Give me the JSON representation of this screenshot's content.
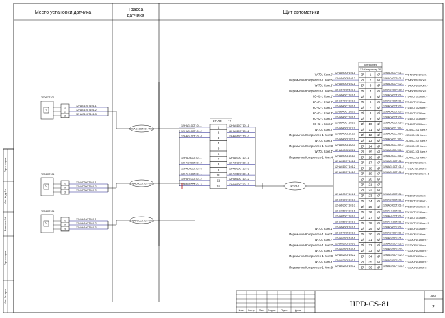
{
  "header": {
    "col1": "Место установки датчика",
    "col2": "Трасса датчика",
    "col3": "Щит автоматики"
  },
  "side_labels": [
    "Подп. и дата",
    "Инв. № дубл.",
    "Взам.инв. №",
    "Подп. и дата",
    "Инв. № подл."
  ],
  "sensors": [
    {
      "tag": "TE06CT101",
      "wires": [
        "12HAG10CT101-1",
        "12HAG10CT101-2",
        "12HAG10CT101-3"
      ],
      "terms": [
        "1",
        "2",
        "3"
      ]
    },
    {
      "tag": "TE06CT101",
      "wires": [
        "12HAD30CT101-1",
        "12HAD30CT101-2",
        "12HAD30CT101-3"
      ],
      "terms": [
        "1",
        "2",
        "3"
      ]
    },
    {
      "tag": "TE06CT101",
      "wires": [
        "12HAH10CT101-1",
        "12HAH10CT101-2",
        "12HAH10CT101-3"
      ],
      "terms": [
        "1",
        "2",
        "3"
      ]
    }
  ],
  "cables": [
    "12HAG10CT101-W-01",
    "12HAD30CT101-W-01",
    "12HAH10CT101-W-01"
  ],
  "kc03": {
    "title": "КС-03",
    "count": "12",
    "rows": [
      "1",
      "2",
      "3",
      "4",
      "5",
      "6",
      "7",
      "8",
      "9",
      "10",
      "11",
      "12"
    ],
    "left_wires": [
      "12HAG10CT101-1",
      "12HAG10CT101-2",
      "12HAG10CT101-3",
      "",
      "",
      "",
      "12HAD30CT101-1",
      "12HAD30CT101-2",
      "12HAD30CT101-3",
      "12HAH10CT101-1",
      "12HAH10CT101-2",
      "12HAH10CT101-3"
    ],
    "right_wires": [
      "12HAG10CT101-1",
      "12HAG10CT101-2",
      "12HAG10CT101-3",
      "",
      "",
      "",
      "12HAD30CT101-1",
      "12HAD30CT101-2",
      "12HAD30CT101-3",
      "12HAH10CT101-1",
      "12HAH10CT101-2",
      "12HAH10CT101-3"
    ]
  },
  "trunk_cable": "КС-03-1",
  "controller": {
    "title": "Контроллер",
    "subtitle": "Х1/Контроллер",
    "count": "36",
    "rows": [
      "1",
      "2",
      "3",
      "4",
      "5",
      "6",
      "7",
      "8",
      "9",
      "10",
      "11",
      "12",
      "13",
      "14",
      "15",
      "16",
      "17",
      "18",
      "19",
      "20",
      "21",
      "22",
      "23",
      "24",
      "25",
      "26",
      "27",
      "28",
      "29",
      "30",
      "31",
      "32",
      "33",
      "34",
      "35",
      "36"
    ],
    "row_labels": [
      "W-701 Конт.5'",
      "Перемычка-Контроллер-1 Конт.5",
      "W-701 Конт.6'",
      "Перемычка-Контроллер-1 Конт.6",
      "КС-02-1 Конт.1'",
      "КС-02-1 Конт.2'",
      "КС-02-1 Конт.4'",
      "КС-02-1 Конт.3'",
      "КС-02-1 Конт.6'",
      "КС-02-1 Конт.5'",
      "W-701 Конт.2'",
      "Перемычка-Контроллер-1 Конт.2",
      "W-701 Конт.3'",
      "Перемычка-Контроллер-1 Конт.3",
      "W-701 Конт.4'",
      "Перемычка-Контроллер-1 Конт.4",
      "",
      "",
      "",
      "",
      "",
      "",
      "",
      "",
      "",
      "",
      "",
      "",
      "W-701 Конт.1'",
      "Перемычка-Контроллер-1 Конт.1",
      "W-701 Конт.7'",
      "Перемычка-Контроллер-1 Конт.7",
      "W-701 Конт.8'",
      "Перемычка-Контроллер-1 Конт.8",
      "W-701 Конт.9'",
      "Перемычка-Контроллер-1 Конт.9"
    ],
    "left_wires": [
      "12HAD40CP101-1",
      "12HAD40CP101-2",
      "12HAD40CP102-1",
      "12HAD40CP102-2",
      "12HAD40CT101-1",
      "12HAD40CT101-2",
      "12HAD40CT102-1",
      "12HAD40CT102-2",
      "12HAD40CT103-1",
      "12HAD40CT103-2",
      "12HAD40CL101-1",
      "12HAD40CL101-2",
      "12HAD40CL102-1",
      "12HAD40CL102-2",
      "12HAD40CL103-1",
      "12HAD40CL103-2",
      "12HAG10CT101-1",
      "12HAG10CT101-2",
      "12HAG10CT101-3",
      "",
      "",
      "",
      "12HAD30CT101-1",
      "12HAD30CT101-2",
      "12HAD30CT101-3",
      "12HAH10CT101-1",
      "12HAH10CT101-2",
      "12HAH10CT101-3",
      "12HAD40CF101-1",
      "12HAD40CF101-2",
      "12HAG20CF101-1",
      "12HAG20CF101-2",
      "12HAG20CF102-1",
      "12HAG20CF102-2",
      "12HAG20CF103-1",
      "12HAG20CF103-2"
    ],
    "right_wires": [
      "12HAD40CP101-1",
      "12HAD40CP101-2",
      "12HAD40CP102-1",
      "12HAD40CP102-2",
      "12HAD40CT101-1",
      "12HAD40CT101-2",
      "12HAD40CT102-1",
      "12HAD40CT102-2",
      "12HAD40CT103-1",
      "12HAD40CT103-2",
      "12HAD40CL101-1",
      "12HAD40CL101-2",
      "12HAD40CL102-1",
      "12HAD40CL102-2",
      "12HAD40CL103-1",
      "12HAD40CL103-2",
      "12HAG10CT101-1",
      "12HAG10CT101-2",
      "12HAG10CT101-3",
      "",
      "",
      "",
      "12HAD30CT101-1",
      "12HAD30CT101-2",
      "12HAD30CT101-3",
      "12HAH10CT101-1",
      "12HAH10CT101-2",
      "12HAH10CT101-3",
      "12HAD40CF101-1",
      "12HAD40CF101-2",
      "12HAG20CF101-1",
      "12HAG20CF101-2",
      "12HAG20CF102-1",
      "12HAG20CF102-2",
      "12HAG20CF103-1",
      "12HAG20CF103-2"
    ],
    "far_labels": [
      "PYD40CP101 Конт.+",
      "PYD40CP101 Конт.-",
      "PYD40CP102 Конт.+",
      "PYD40CP102 Конт.-",
      "TYD40CT101 Конт.+",
      "TYD40CT101 Конт.-",
      "TYD40CT102 Конт.+",
      "TYD40CT102 Конт.-",
      "TYD40CT103 Конт.+",
      "TYD40CT103 Конт.-",
      "LYD40CL101 Конт.+",
      "LYD40CL101 Конт.-",
      "LYD40CL102 Конт.+",
      "LYD40CL102 Конт.-",
      "LYD40CL103 Конт.+",
      "LYD40CL103 Конт.-",
      "TYG10CT101 Конт.+",
      "TYG10CT101 Конт.-",
      "TYG10CT101 Конт.+1",
      "",
      "",
      "",
      "TYD30CT101 Конт.+",
      "TYD30CT101 Конт.-",
      "TYD30CT101 Конт.+1",
      "TYH10CT101 Конт.+",
      "TYH10CT101 Конт.-",
      "TYH10CT101 Конт.+1",
      "FYD40CF101 Конт.+",
      "FYD40CF101 Конт.-",
      "FYG20CF101 Конт.+",
      "FYG20CF101 Конт.-",
      "FYG20CF102 Конт.+",
      "FYG20CF102 Конт.-",
      "FYG20CF103 Конт.+",
      "FYG20CF103 Конт.-"
    ]
  },
  "title_block": {
    "code": "HPD-CS-81",
    "sheet_label": "Лист",
    "sheet_num": "2",
    "cols": [
      "Изм.",
      "Кол.уч",
      "Лист",
      "№док.",
      "Подп.",
      "Дата"
    ]
  },
  "colors": {
    "line": "#111111",
    "wire": "#1a1a8c",
    "accent": "#b01010"
  }
}
